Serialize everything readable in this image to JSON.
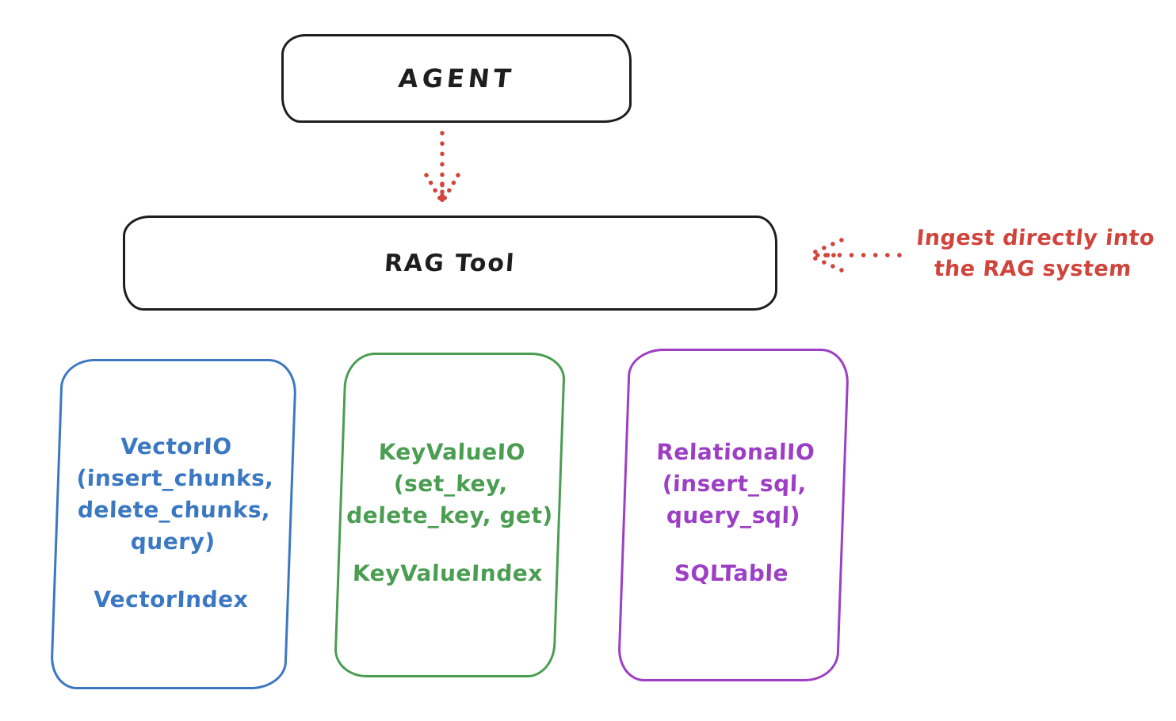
{
  "colors": {
    "black": "#1e1e1e",
    "red": "#d0443c",
    "blue": "#3b78c3",
    "green": "#4a9d51",
    "purple": "#9c3fc4"
  },
  "agent": {
    "label": "AGENT"
  },
  "rag_tool": {
    "label": "RAG Tool"
  },
  "annotation": {
    "line1": "Ingest directly into",
    "line2": "the RAG system"
  },
  "backends": [
    {
      "name": "vector-io",
      "color": "#3b78c3",
      "lines": [
        "VectorIO",
        "(insert_chunks,",
        "delete_chunks,",
        "query)"
      ],
      "index": "VectorIndex"
    },
    {
      "name": "key-value-io",
      "color": "#4a9d51",
      "lines": [
        "KeyValueIO",
        "(set_key,",
        "delete_key, get)"
      ],
      "index": "KeyValueIndex"
    },
    {
      "name": "relational-io",
      "color": "#9c3fc4",
      "lines": [
        "RelationalIO",
        "(insert_sql,",
        "query_sql)"
      ],
      "index": "SQLTable"
    }
  ]
}
